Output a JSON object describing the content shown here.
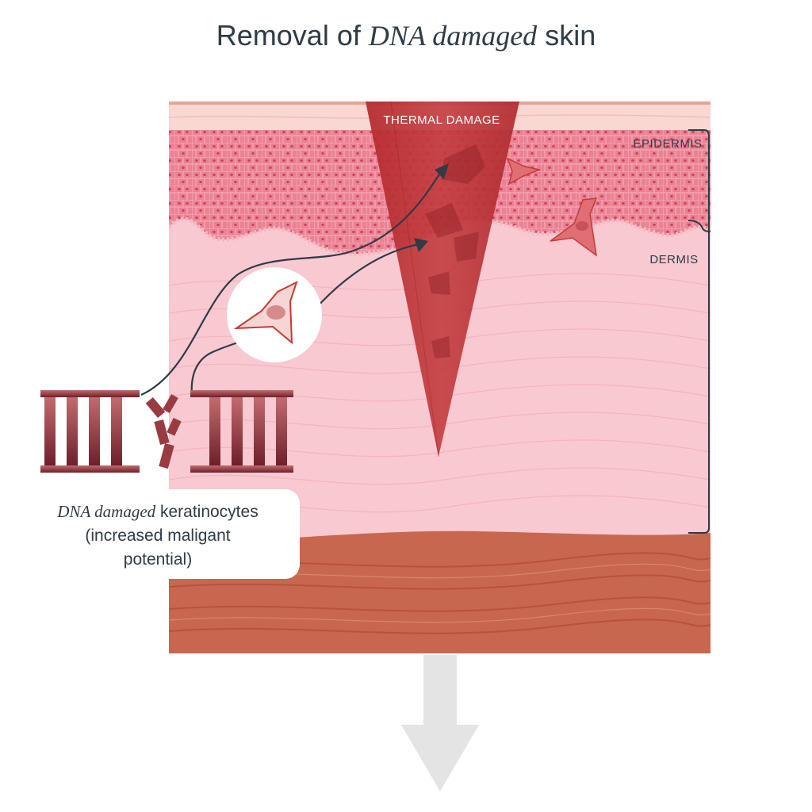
{
  "title": {
    "prefix": "Removal of ",
    "italic": "DNA damaged",
    "suffix": " skin"
  },
  "labels": {
    "thermal_damage": "THERMAL DAMAGE",
    "epidermis": "EPIDERMIS",
    "dermis": "DERMIS"
  },
  "caption": {
    "italic": "DNA damaged",
    "line1_rest": " keratinocytes",
    "line2": "(increased maligant",
    "line3": "potential)"
  },
  "colors": {
    "epidermis": "#e8798b",
    "dermis": "#f8c9d1",
    "stratum_corneum": "#f9d7d2",
    "subcutis": "#c8674f",
    "thermal_cone": "#b12a2c",
    "dna_ladder": "#8c3038",
    "arrow": "#e4e4e4",
    "text": "#2f3b45"
  },
  "icons": [
    "dna-ladder-broken-icon",
    "damaged-cell-icon",
    "down-arrow-icon"
  ]
}
